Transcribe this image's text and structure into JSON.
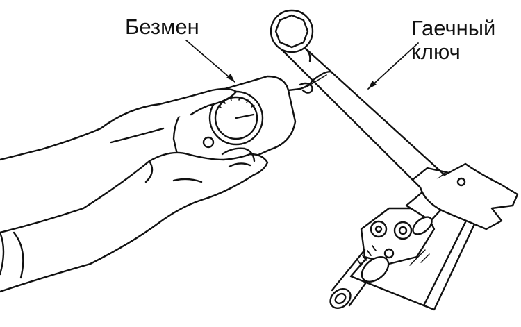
{
  "labels": {
    "scale": "Безмен",
    "wrench_line1": "Гаечный",
    "wrench_line2": "ключ"
  },
  "colors": {
    "ink": "#111111",
    "paper": "#ffffff"
  }
}
